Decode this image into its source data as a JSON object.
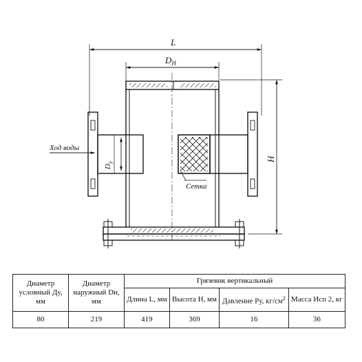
{
  "drawing": {
    "dim_L": "L",
    "dim_DH_main": "D",
    "dim_DH_sub": "H",
    "dim_H": "H",
    "dim_Dy_main": "D",
    "dim_Dy_sub": "y",
    "label_flow": "Ход воды",
    "label_mesh": "Сетка"
  },
  "table": {
    "col1": "Диаметр условный Ду, мм",
    "col2": "Диаметр наружный Dн, мм",
    "group": "Грязевик вертикальный",
    "col3": "Длина L, мм",
    "col4": "Высота H, мм",
    "col5_a": "Давление Ру, кг/см",
    "col5_sup": "2",
    "col6": "Масса Исп 2, кг",
    "v1": "80",
    "v2": "219",
    "v3": "419",
    "v4": "369",
    "v5": "16",
    "v6": "36"
  }
}
